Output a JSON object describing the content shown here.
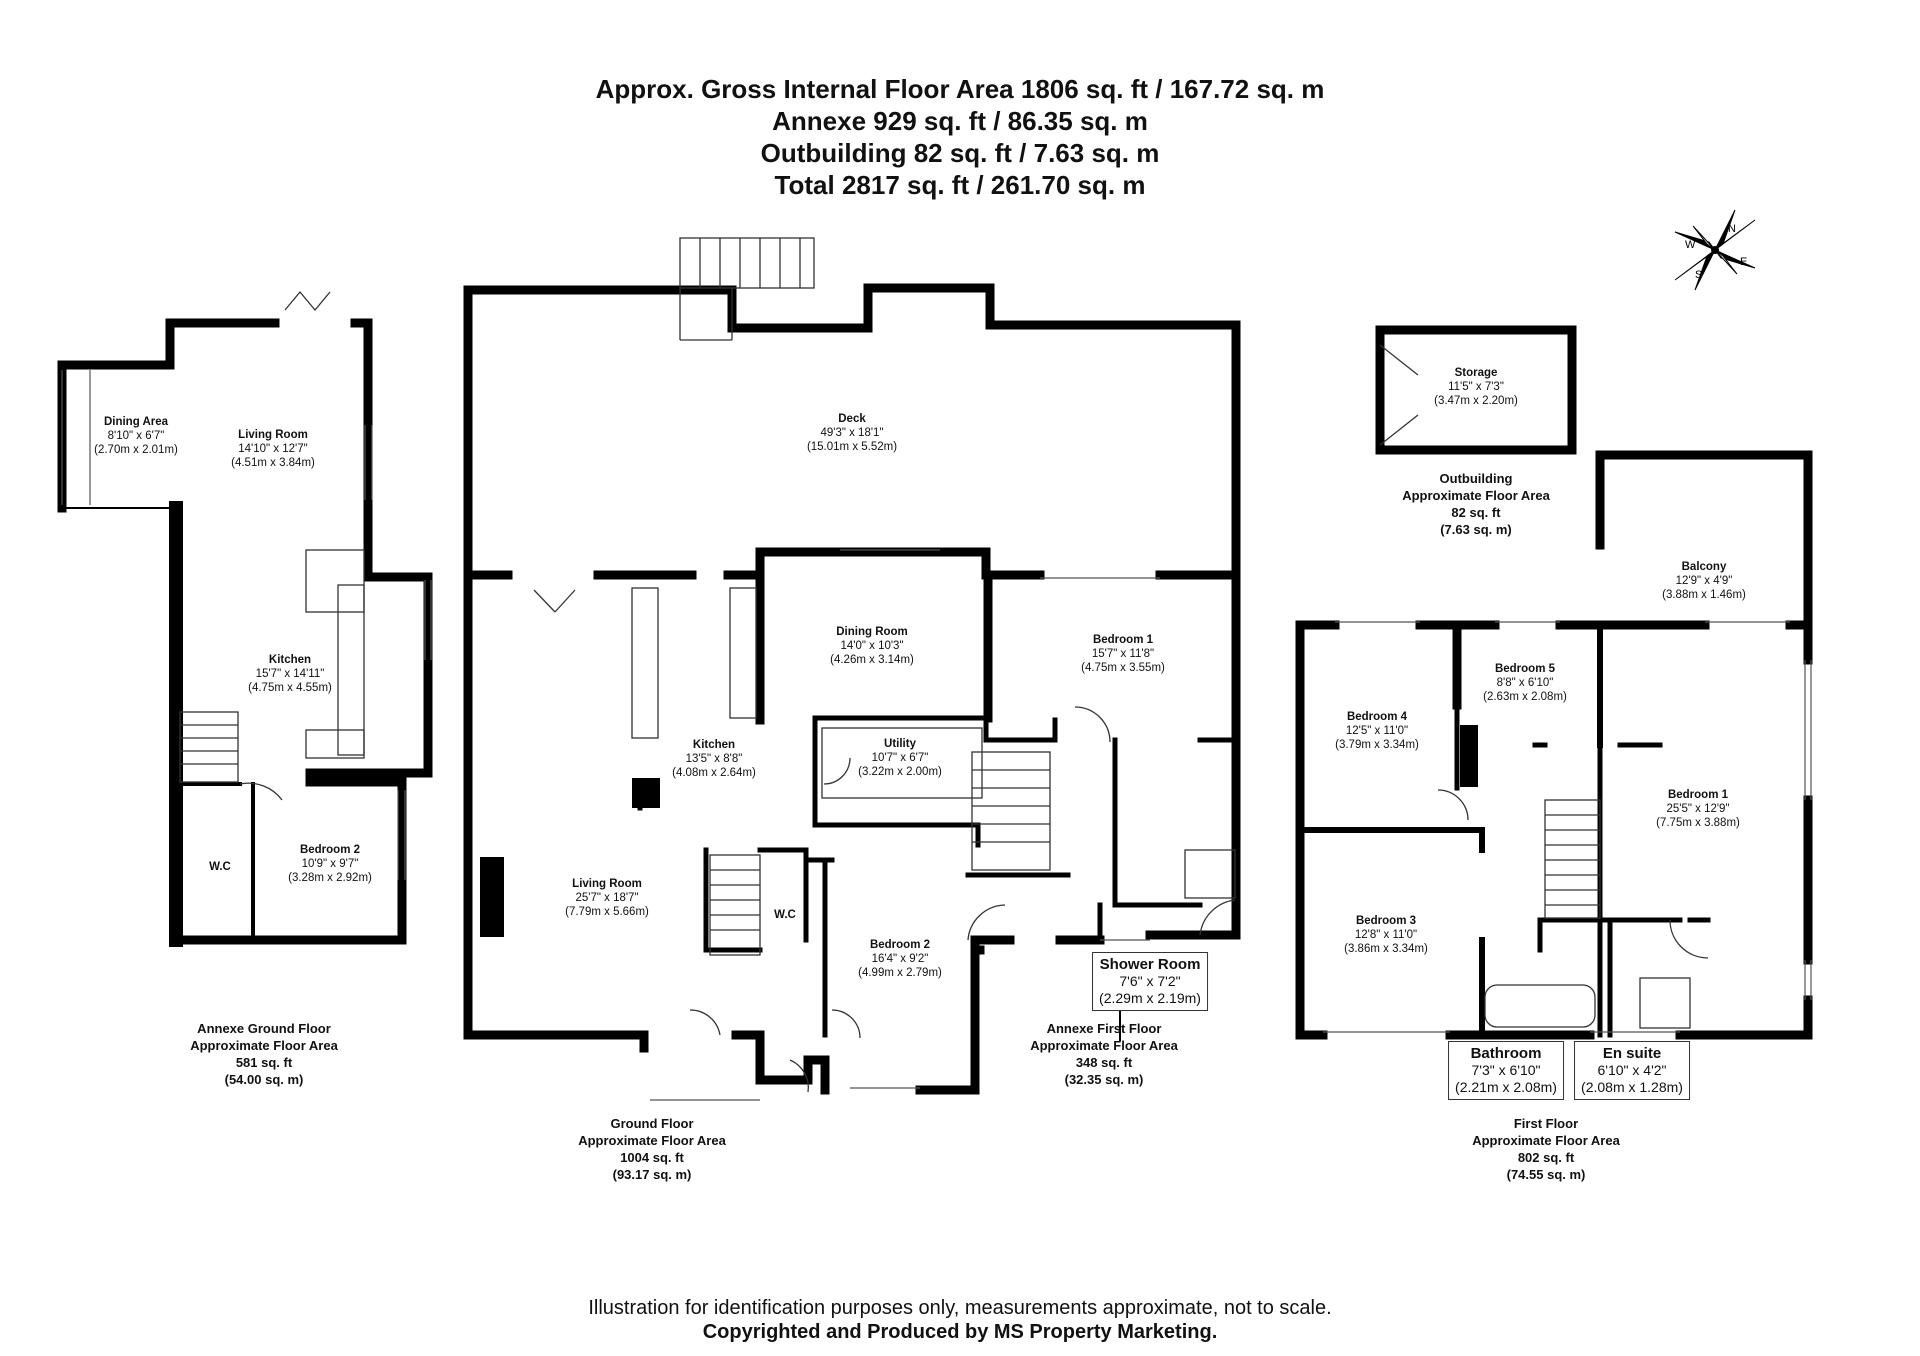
{
  "header": {
    "line1": "Approx. Gross Internal Floor Area 1806 sq. ft / 167.72 sq. m",
    "line2": "Annexe 929 sq. ft / 86.35 sq. m",
    "line3": "Outbuilding 82 sq. ft / 7.63 sq. m",
    "line4": "Total 2817 sq. ft / 261.70 sq. m"
  },
  "compass": {
    "n": "N",
    "s": "S",
    "e": "E",
    "w": "W"
  },
  "rooms": {
    "annexe_dining": {
      "name": "Dining Area",
      "imp": "8'10\" x 6'7\"",
      "met": "(2.70m x 2.01m)"
    },
    "annexe_living": {
      "name": "Living Room",
      "imp": "14'10\" x 12'7\"",
      "met": "(4.51m x 3.84m)"
    },
    "annexe_kitchen": {
      "name": "Kitchen",
      "imp": "15'7\" x 14'11\"",
      "met": "(4.75m x 4.55m)"
    },
    "annexe_wc": {
      "name": "W.C"
    },
    "annexe_bed2": {
      "name": "Bedroom 2",
      "imp": "10'9\" x 9'7\"",
      "met": "(3.28m x 2.92m)"
    },
    "deck": {
      "name": "Deck",
      "imp": "49'3\" x 18'1\"",
      "met": "(15.01m x 5.52m)"
    },
    "dining": {
      "name": "Dining Room",
      "imp": "14'0\" x 10'3\"",
      "met": "(4.26m x 3.14m)"
    },
    "kitchen": {
      "name": "Kitchen",
      "imp": "13'5\" x 8'8\"",
      "met": "(4.08m x 2.64m)"
    },
    "utility": {
      "name": "Utility",
      "imp": "10'7\" x 6'7\"",
      "met": "(3.22m x 2.00m)"
    },
    "living": {
      "name": "Living Room",
      "imp": "25'7\" x 18'7\"",
      "met": "(7.79m x 5.66m)"
    },
    "gf_wc": {
      "name": "W.C"
    },
    "gf_bed2": {
      "name": "Bedroom 2",
      "imp": "16'4\" x 9'2\"",
      "met": "(4.99m x 2.79m)"
    },
    "af_bed1": {
      "name": "Bedroom 1",
      "imp": "15'7\" x 11'8\"",
      "met": "(4.75m x 3.55m)"
    },
    "shower": {
      "name": "Shower Room",
      "imp": "7'6\" x 7'2\"",
      "met": "(2.29m x 2.19m)"
    },
    "storage": {
      "name": "Storage",
      "imp": "11'5\" x 7'3\"",
      "met": "(3.47m x 2.20m)"
    },
    "balcony": {
      "name": "Balcony",
      "imp": "12'9\" x 4'9\"",
      "met": "(3.88m x 1.46m)"
    },
    "bed5": {
      "name": "Bedroom 5",
      "imp": "8'8\" x 6'10\"",
      "met": "(2.63m x 2.08m)"
    },
    "bed4": {
      "name": "Bedroom 4",
      "imp": "12'5\" x 11'0\"",
      "met": "(3.79m x 3.34m)"
    },
    "ff_bed1": {
      "name": "Bedroom 1",
      "imp": "25'5\" x 12'9\"",
      "met": "(7.75m x 3.88m)"
    },
    "bed3": {
      "name": "Bedroom 3",
      "imp": "12'8\" x 11'0\"",
      "met": "(3.86m x 3.34m)"
    },
    "bathroom": {
      "name": "Bathroom",
      "imp": "7'3\" x 6'10\"",
      "met": "(2.21m x 2.08m)"
    },
    "ensuite": {
      "name": "En suite",
      "imp": "6'10\" x 4'2\"",
      "met": "(2.08m x 1.28m)"
    }
  },
  "areas": {
    "annexe_gf": {
      "l1": "Annexe Ground Floor",
      "l2": "Approximate Floor Area",
      "l3": "581 sq. ft",
      "l4": "(54.00 sq. m)"
    },
    "gf": {
      "l1": "Ground Floor",
      "l2": "Approximate Floor Area",
      "l3": "1004 sq. ft",
      "l4": "(93.17 sq. m)"
    },
    "annexe_ff": {
      "l1": "Annexe First Floor",
      "l2": "Approximate Floor Area",
      "l3": "348 sq. ft",
      "l4": "(32.35 sq. m)"
    },
    "outbuilding": {
      "l1": "Outbuilding",
      "l2": "Approximate Floor Area",
      "l3": "82 sq. ft",
      "l4": "(7.63 sq. m)"
    },
    "ff": {
      "l1": "First Floor",
      "l2": "Approximate Floor Area",
      "l3": "802 sq. ft",
      "l4": "(74.55 sq. m)"
    }
  },
  "footer": {
    "line1": "Illustration for identification purposes only, measurements approximate, not to scale.",
    "line2": "Copyrighted  and Produced by MS Property Marketing."
  }
}
